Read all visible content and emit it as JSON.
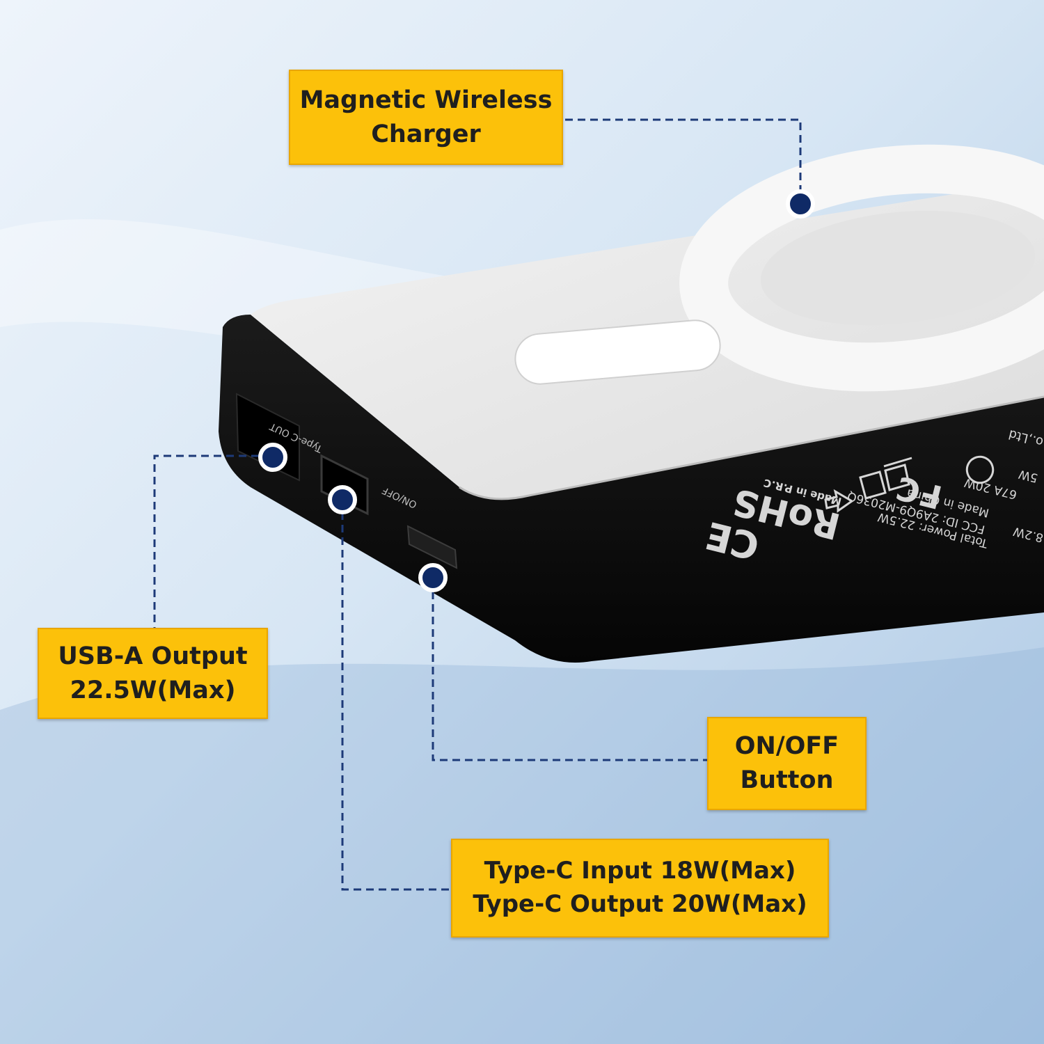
{
  "colors": {
    "callout_fill": "#FCC10A",
    "connector_line": "#1d3a78",
    "marker": "#0f2a66",
    "device_top": "#e9e9e9",
    "device_side": "#0c0c0c",
    "background": "#cfe0f1"
  },
  "callouts": {
    "wireless": {
      "line1": "Magnetic Wireless",
      "line2": "Charger"
    },
    "usba": {
      "line1": "USB-A Output",
      "line2": "22.5W(Max)"
    },
    "onoff": {
      "line1": "ON/OFF",
      "line2": "Button"
    },
    "typec": {
      "line1": "Type-C Input 18W(Max)",
      "line2": "Type-C Output 20W(Max)"
    }
  },
  "device": {
    "port_labels": {
      "typec": "Type-C OUT",
      "switch": "ON/OFF"
    },
    "markings": {
      "total_power": "Total Power: 22.5W",
      "fcc_id": "FCC ID: 2A9Q9-M2036Q",
      "made_in_china": "Made in China",
      "made_in_prc": "Made in P.R.C",
      "rohs": "RoHS",
      "ce": "CE",
      "fc": "FC",
      "company_suffix": "o.,Ltd",
      "spec_20w": "67A 20W",
      "spec_5w": "5W",
      "spec_8w": "8.2W"
    }
  }
}
